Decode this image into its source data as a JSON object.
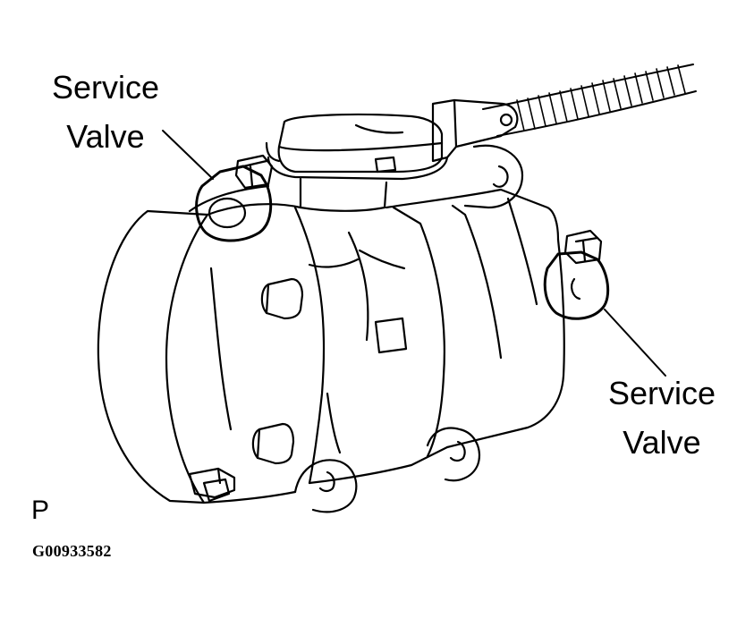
{
  "labels": {
    "left_valve": {
      "line1": "Service",
      "line2": "Valve"
    },
    "right_valve": {
      "line1": "Service",
      "line2": "Valve"
    }
  },
  "view_letter": "P",
  "figure_code": "G00933582",
  "colors": {
    "ink": "#000000",
    "paper": "#ffffff"
  }
}
